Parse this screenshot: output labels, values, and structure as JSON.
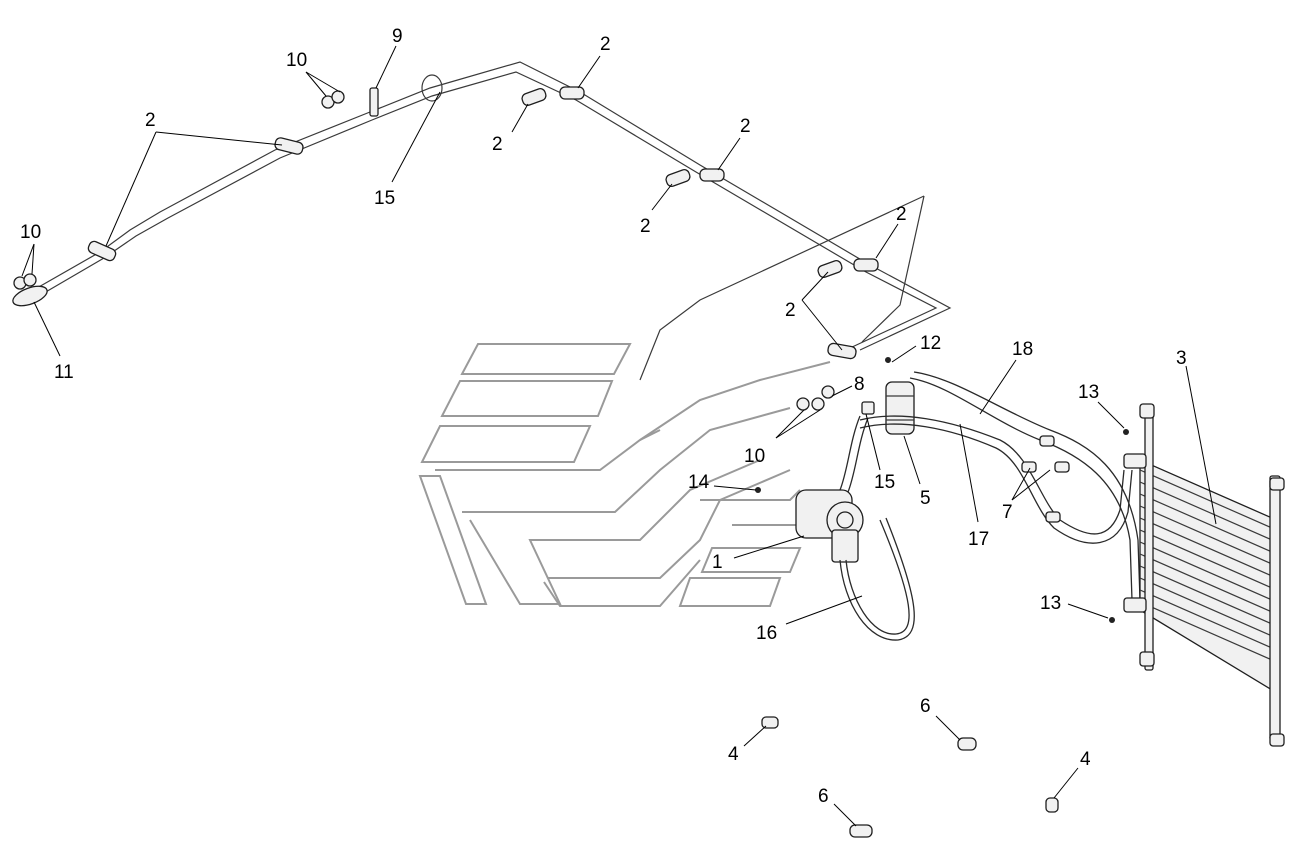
{
  "diagram": {
    "callouts": [
      {
        "id": "c-10-a",
        "label": "10"
      },
      {
        "id": "c-9",
        "label": "9"
      },
      {
        "id": "c-2-a",
        "label": "2"
      },
      {
        "id": "c-2-b",
        "label": "2"
      },
      {
        "id": "c-2-c",
        "label": "2"
      },
      {
        "id": "c-2-d",
        "label": "2"
      },
      {
        "id": "c-2-e",
        "label": "2"
      },
      {
        "id": "c-2-f",
        "label": "2"
      },
      {
        "id": "c-2-g",
        "label": "2"
      },
      {
        "id": "c-15-a",
        "label": "15"
      },
      {
        "id": "c-10-b",
        "label": "10"
      },
      {
        "id": "c-11",
        "label": "11"
      },
      {
        "id": "c-12",
        "label": "12"
      },
      {
        "id": "c-18",
        "label": "18"
      },
      {
        "id": "c-3",
        "label": "3"
      },
      {
        "id": "c-8",
        "label": "8"
      },
      {
        "id": "c-13-a",
        "label": "13"
      },
      {
        "id": "c-10-c",
        "label": "10"
      },
      {
        "id": "c-14",
        "label": "14"
      },
      {
        "id": "c-15-b",
        "label": "15"
      },
      {
        "id": "c-5",
        "label": "5"
      },
      {
        "id": "c-17",
        "label": "17"
      },
      {
        "id": "c-7",
        "label": "7"
      },
      {
        "id": "c-1",
        "label": "1"
      },
      {
        "id": "c-16",
        "label": "16"
      },
      {
        "id": "c-13-b",
        "label": "13"
      },
      {
        "id": "c-6-a",
        "label": "6"
      },
      {
        "id": "c-4-a",
        "label": "4"
      },
      {
        "id": "c-4-b",
        "label": "4"
      },
      {
        "id": "c-6-b",
        "label": "6"
      }
    ]
  }
}
